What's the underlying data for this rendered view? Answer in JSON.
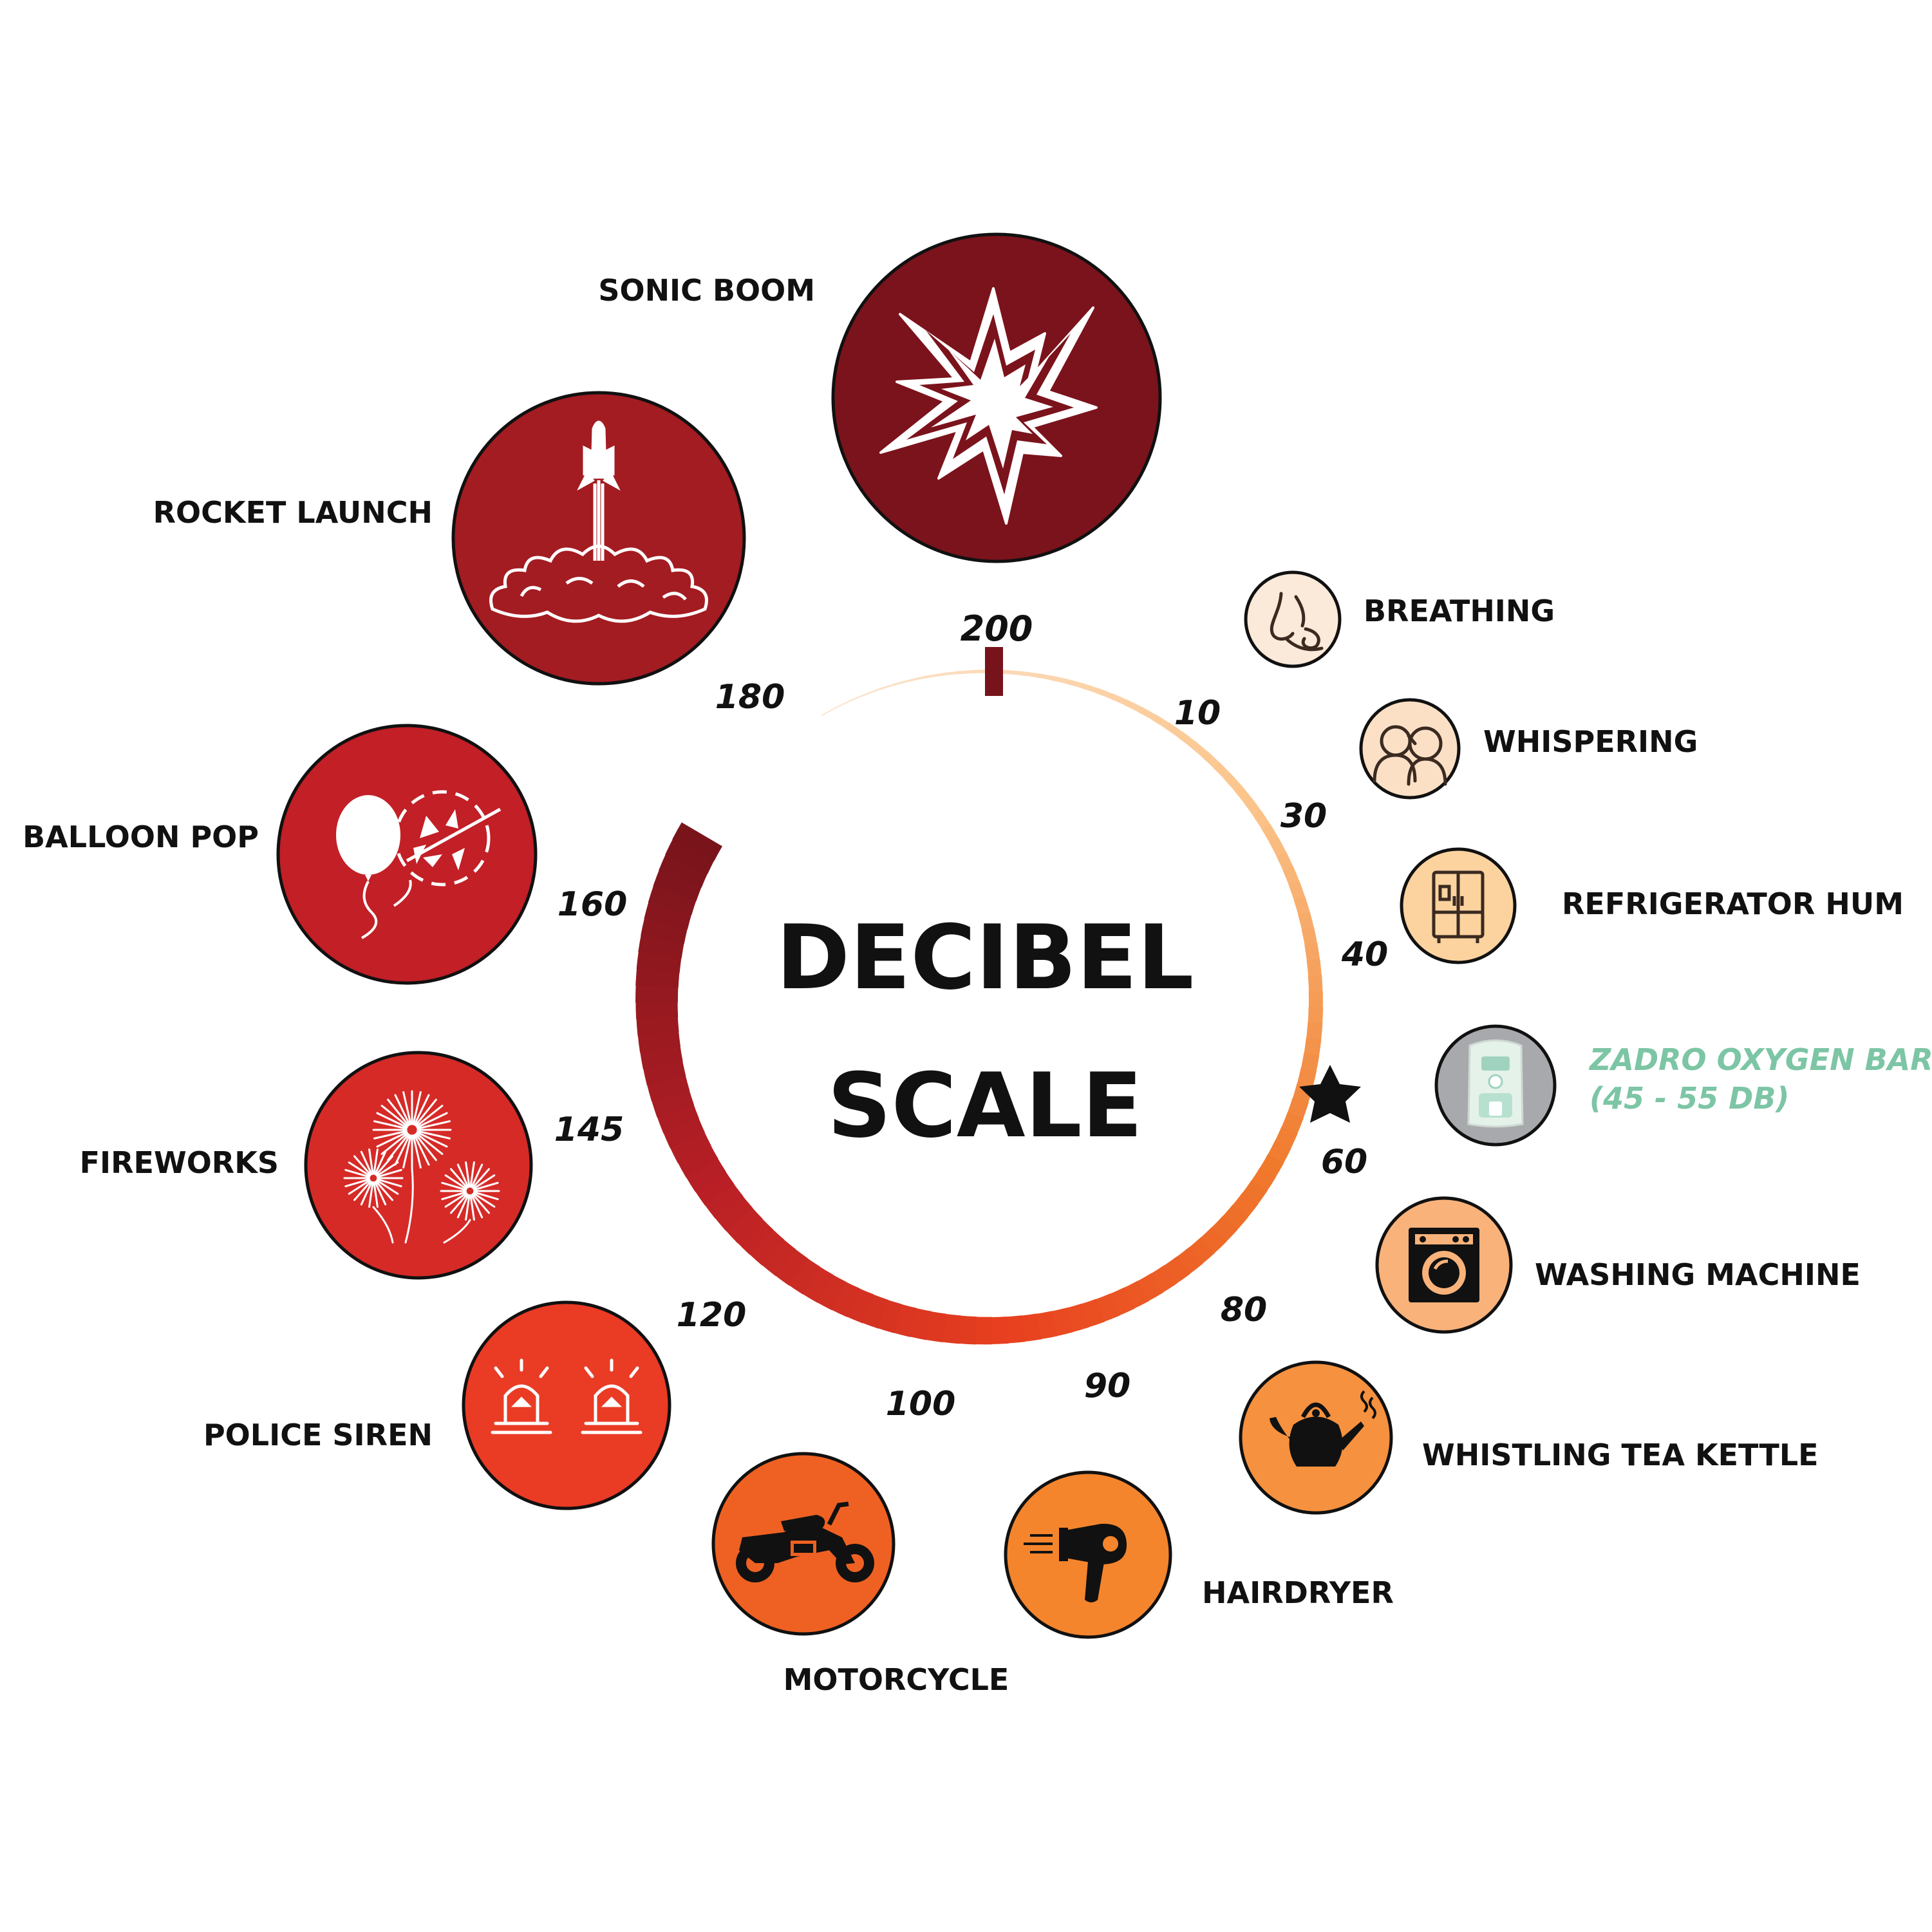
{
  "title": {
    "line1": "DECIBEL",
    "line2": "SCALE"
  },
  "scale_ticks": [
    {
      "value": 10,
      "label": "10"
    },
    {
      "value": 30,
      "label": "30"
    },
    {
      "value": 40,
      "label": "40"
    },
    {
      "value": 60,
      "label": "60"
    },
    {
      "value": 80,
      "label": "80"
    },
    {
      "value": 90,
      "label": "90"
    },
    {
      "value": 100,
      "label": "100"
    },
    {
      "value": 120,
      "label": "120"
    },
    {
      "value": 145,
      "label": "145"
    },
    {
      "value": 160,
      "label": "160"
    },
    {
      "value": 180,
      "label": "180"
    },
    {
      "value": 200,
      "label": "200"
    }
  ],
  "marker": {
    "icon": "star-icon",
    "range": [
      45,
      55
    ]
  },
  "sounds": [
    {
      "id": "breathing",
      "label": "BREATHING",
      "icon": "nose-icon",
      "color": "#fbe9d9"
    },
    {
      "id": "whispering",
      "label": "WHISPERING",
      "icon": "whispering-people-icon",
      "color": "#fbe0c6"
    },
    {
      "id": "refrigerator",
      "label": "REFRIGERATOR HUM",
      "icon": "refrigerator-icon",
      "color": "#fcd39f"
    },
    {
      "id": "oxygen-bar",
      "label": "ZADRO OXYGEN BAR",
      "label2": "(45 - 55 DB)",
      "icon": "oxygen-bar-device-icon",
      "color": "#a7a9ac",
      "text_color": "#7cc5a5"
    },
    {
      "id": "washing-machine",
      "label": "WASHING MACHINE",
      "icon": "washing-machine-icon",
      "color": "#f9b27a"
    },
    {
      "id": "tea-kettle",
      "label": "WHISTLING TEA KETTLE",
      "icon": "tea-kettle-icon",
      "color": "#f6913f"
    },
    {
      "id": "hairdryer",
      "label": "HAIRDRYER",
      "icon": "hairdryer-icon",
      "color": "#f4852d"
    },
    {
      "id": "motorcycle",
      "label": "MOTORCYCLE",
      "icon": "motorcycle-icon",
      "color": "#ef6122"
    },
    {
      "id": "police-siren",
      "label": "POLICE SIREN",
      "icon": "police-siren-icon",
      "color": "#ea3b25"
    },
    {
      "id": "fireworks",
      "label": "FIREWORKS",
      "icon": "fireworks-icon",
      "color": "#d62a27"
    },
    {
      "id": "balloon-pop",
      "label": "BALLOON POP",
      "icon": "balloon-pop-icon",
      "color": "#c21f26"
    },
    {
      "id": "rocket-launch",
      "label": "ROCKET LAUNCH",
      "icon": "rocket-launch-icon",
      "color": "#a31c22"
    },
    {
      "id": "sonic-boom",
      "label": "SONIC BOOM",
      "icon": "explosion-icon",
      "color": "#7b131c"
    }
  ],
  "gradient_colors": {
    "low": "#fbe6d2",
    "mid": "#f07a2c",
    "high": "#e8401f",
    "max": "#76131b"
  }
}
